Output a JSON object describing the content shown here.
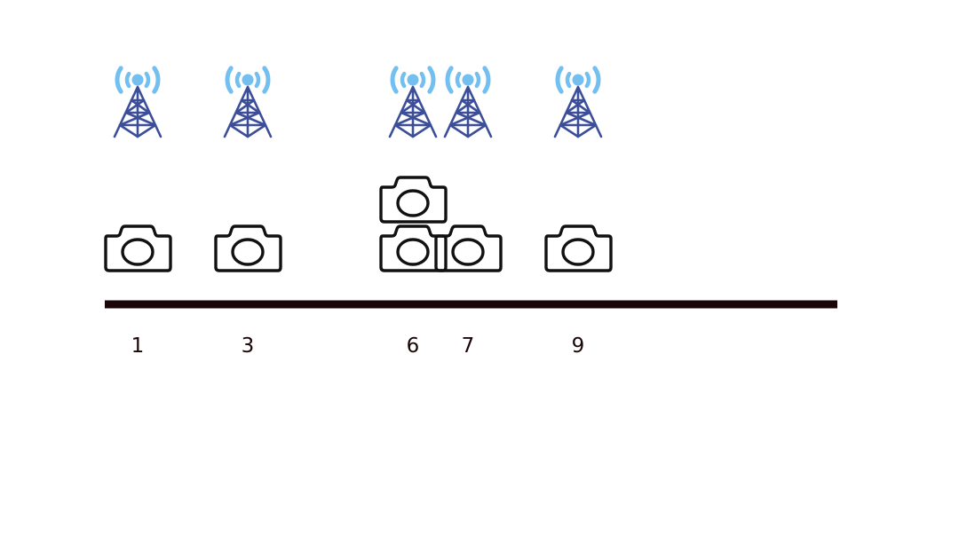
{
  "positions": [
    {
      "label": "1",
      "tower": true,
      "cameras": 1
    },
    {
      "label": "3",
      "tower": true,
      "cameras": 1
    },
    {
      "label": "6",
      "tower": true,
      "cameras": 2
    },
    {
      "label": "7",
      "tower": true,
      "cameras": 1
    },
    {
      "label": "9",
      "tower": true,
      "cameras": 1
    }
  ],
  "colors": {
    "tower_waves": "#72bff0",
    "tower_mast": "#3c4e98",
    "camera_outline": "#111111",
    "line": "#1a0606"
  },
  "icons": {
    "tower": "radio-tower-icon",
    "camera": "camera-icon"
  }
}
